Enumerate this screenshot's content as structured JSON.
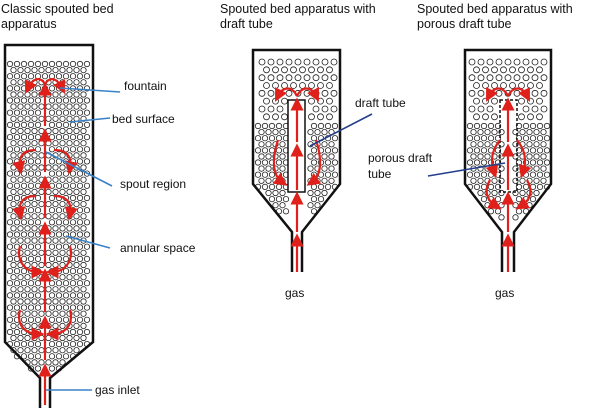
{
  "panels": [
    {
      "title_line1": "Classic spouted bed",
      "title_line2": "apparatus",
      "labels": {
        "fountain": "fountain",
        "bed_surface": "bed surface",
        "spout_region": "spout region",
        "annular_space": "annular space",
        "gas_inlet": "gas inlet"
      }
    },
    {
      "title_line1": "Spouted bed apparatus with",
      "title_line2": "draft tube",
      "labels": {
        "draft_tube": "draft tube",
        "gas": "gas"
      }
    },
    {
      "title_line1": "Spouted bed apparatus with",
      "title_line2": "porous draft tube",
      "labels": {
        "porous_line1": "porous draft",
        "porous_line2": "tube",
        "gas": "gas"
      }
    }
  ],
  "colors": {
    "vessel": "#111111",
    "particle": "#222222",
    "flow_arrow": "#e0211b",
    "leader_line": "#3a82c7",
    "leader_line_dark": "#243f8a"
  }
}
